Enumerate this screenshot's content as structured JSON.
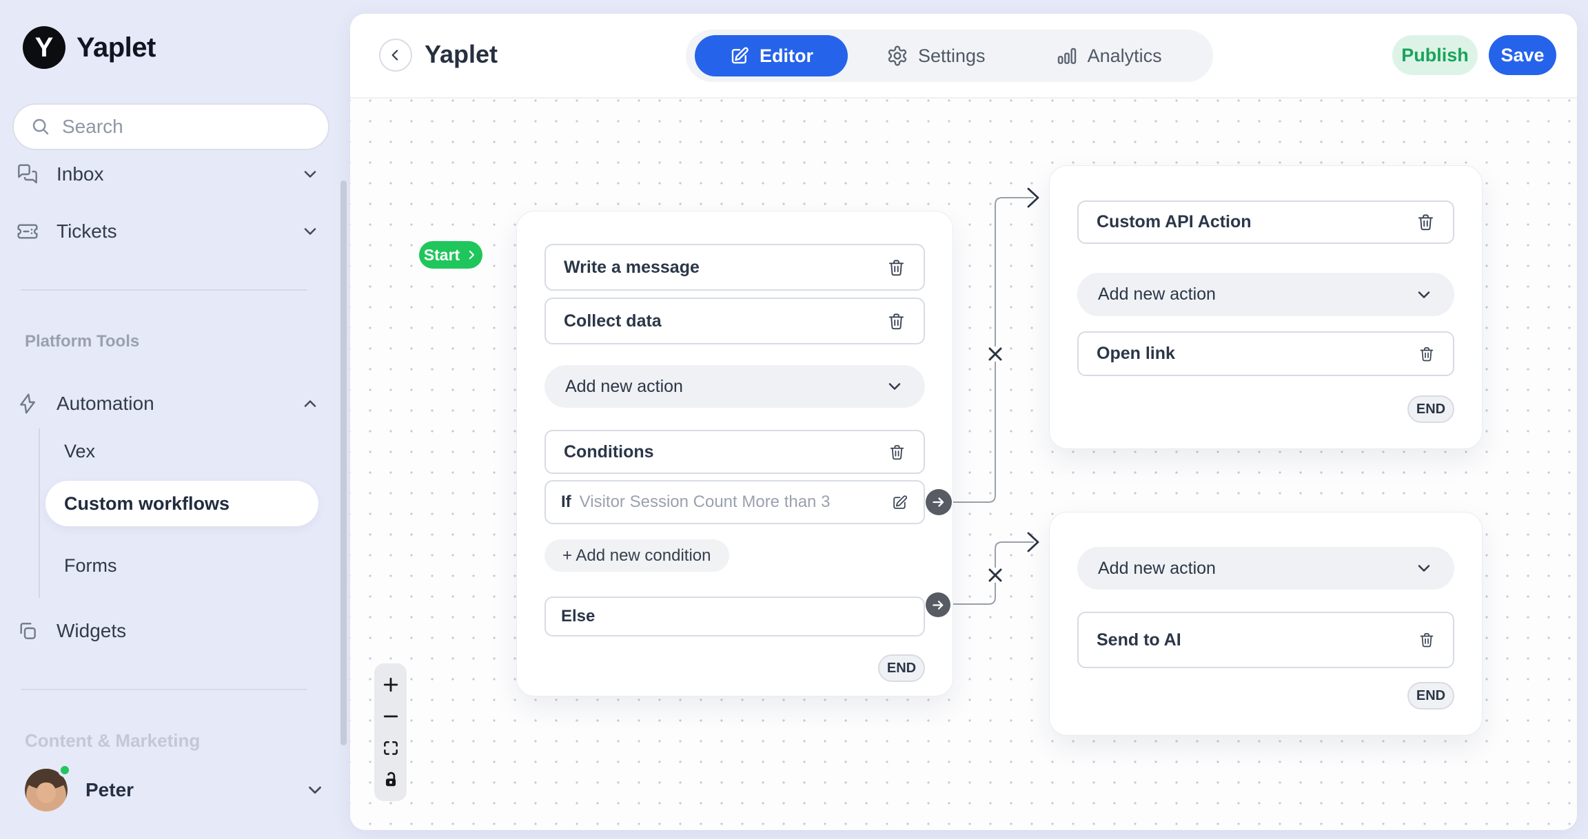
{
  "colors": {
    "accent_blue": "#2563eb",
    "start_green": "#1fc65c",
    "publish_bg": "#def3e7",
    "publish_text": "#17a45b"
  },
  "sidebar": {
    "brand": "Yaplet",
    "brand_initial": "Y",
    "search": {
      "placeholder": "Search"
    },
    "nav": [
      {
        "label": "Inbox"
      },
      {
        "label": "Tickets"
      }
    ],
    "section1": "Platform Tools",
    "automation": {
      "label": "Automation"
    },
    "automation_children": [
      {
        "label": "Vex"
      },
      {
        "label": "Custom workflows"
      },
      {
        "label": "Forms"
      }
    ],
    "widgets": {
      "label": "Widgets"
    },
    "section2": "Content & Marketing",
    "user": {
      "name": "Peter"
    }
  },
  "header": {
    "title": "Yaplet",
    "tabs": {
      "editor": "Editor",
      "settings": "Settings",
      "analytics": "Analytics"
    },
    "publish": "Publish",
    "save": "Save"
  },
  "canvas": {
    "start": "Start",
    "main_node": {
      "action1": "Write a message",
      "action2": "Collect data",
      "add_action": "Add new action",
      "conditions_title": "Conditions",
      "if_prefix": "If",
      "if_text": "Visitor Session Count More than 3",
      "add_condition": "+ Add new condition",
      "else_label": "Else",
      "end": "END"
    },
    "api_node": {
      "action1": "Custom API Action",
      "add_action": "Add new action",
      "action2": "Open link",
      "end": "END"
    },
    "ai_node": {
      "add_action": "Add new action",
      "action1": "Send to AI",
      "end": "END"
    }
  }
}
